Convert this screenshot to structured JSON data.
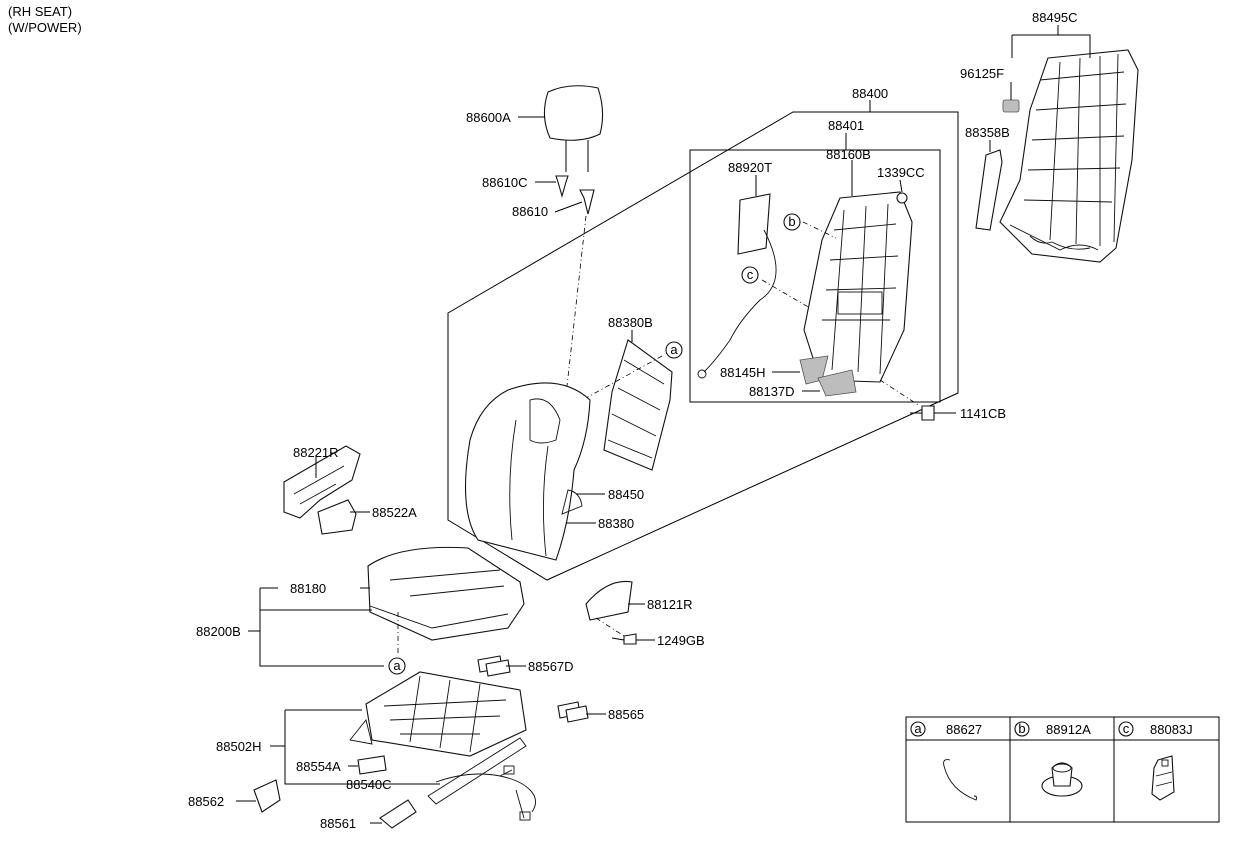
{
  "header": {
    "line1": "(RH SEAT)",
    "line2": "(W/POWER)"
  },
  "labels": {
    "p88495C": "88495C",
    "p96125F": "96125F",
    "p88358B": "88358B",
    "p88400": "88400",
    "p88401": "88401",
    "p88920T": "88920T",
    "p88160B": "88160B",
    "p1339CC": "1339CC",
    "p88600A": "88600A",
    "p88610C": "88610C",
    "p88610": "88610",
    "p88380B": "88380B",
    "p88145H": "88145H",
    "p88137D": "88137D",
    "p1141CB": "1141CB",
    "p88221R": "88221R",
    "p88522A": "88522A",
    "p88450": "88450",
    "p88380": "88380",
    "p88180": "88180",
    "p88200B": "88200B",
    "p88121R": "88121R",
    "p1249GB": "1249GB",
    "p88567D": "88567D",
    "p88565": "88565",
    "p88502H": "88502H",
    "p88554A": "88554A",
    "p88540C": "88540C",
    "p88562": "88562",
    "p88561": "88561"
  },
  "callouts": {
    "a": "a",
    "b": "b",
    "c": "c"
  },
  "legend": [
    {
      "letter": "a",
      "part": "88627",
      "icon": "wire-hook-icon"
    },
    {
      "letter": "b",
      "part": "88912A",
      "icon": "push-clip-icon"
    },
    {
      "letter": "c",
      "part": "88083J",
      "icon": "connector-icon"
    }
  ]
}
